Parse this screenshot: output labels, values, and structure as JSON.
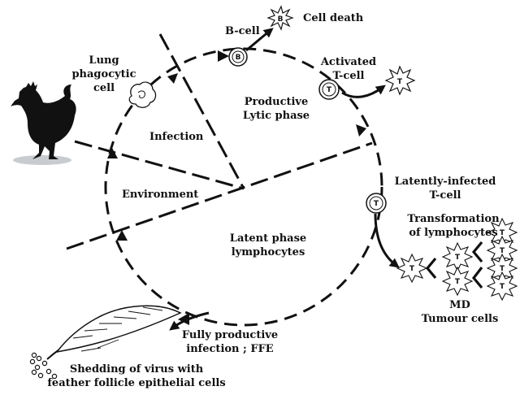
{
  "labels": {
    "b_cell": "B-cell",
    "cell_death": "Cell death",
    "lung_line1": "Lung",
    "lung_line2": "phagocytic",
    "lung_line3": "cell",
    "activated_line1": "Activated",
    "activated_line2": "T-cell",
    "productive_line1": "Productive",
    "productive_line2": "Lytic phase",
    "infection": "Infection",
    "environment": "Environment",
    "latently_line1": "Latently-infected",
    "latently_line2": "T-cell",
    "transformation_line1": "Transformation",
    "transformation_line2": "of lymphocytes",
    "latent_line1": "Latent phase",
    "latent_line2": "lymphocytes",
    "md_line1": "MD",
    "md_line2": "Tumour cells",
    "ffe_line1": "Fully productive",
    "ffe_line2": "infection ; FFE",
    "shedding_line1": "Shedding of virus with",
    "shedding_line2": "feather follicle epithelial cells"
  },
  "cell_letters": {
    "b": "B",
    "t": "T"
  },
  "icons": [
    "chicken-icon",
    "feather-icon",
    "virus-particles-icon",
    "phagocytic-cell-icon"
  ]
}
